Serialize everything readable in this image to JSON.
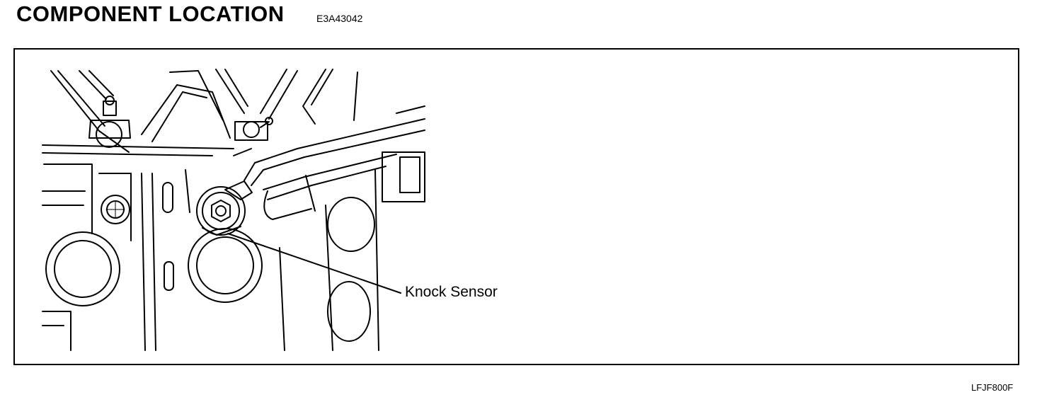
{
  "header": {
    "title": "COMPONENT LOCATION",
    "code": "E3A43042"
  },
  "figure": {
    "callout": "Knock Sensor",
    "figure_id": "LFJF800F"
  }
}
